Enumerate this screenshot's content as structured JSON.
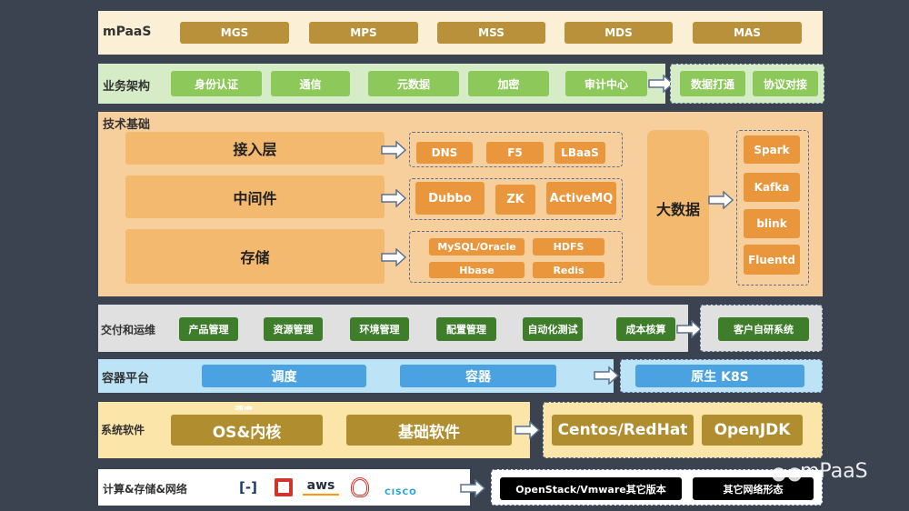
{
  "mpaas": {
    "label": "mPaaS",
    "items": [
      "MGS",
      "MPS",
      "MSS",
      "MDS",
      "MAS"
    ],
    "bg": "#fbefd5",
    "item_color": "#b8913a"
  },
  "business": {
    "label": "业务架构",
    "items": [
      "身份认证",
      "通信",
      "元数据",
      "加密",
      "审计中心"
    ],
    "ext": [
      "数据打通",
      "协议对接"
    ],
    "bg": "#d6ecc6",
    "item_color": "#8dc95a"
  },
  "tech": {
    "label": "技术基础",
    "access": {
      "label": "接入层",
      "items": [
        "DNS",
        "F5",
        "LBaaS"
      ]
    },
    "middleware": {
      "label": "中间件",
      "items": [
        "Dubbo",
        "ZK",
        "ActiveMQ"
      ]
    },
    "storage": {
      "label": "存储",
      "items": [
        "MySQL/Oracle",
        "HDFS",
        "Hbase",
        "Redis"
      ]
    },
    "bigdata": {
      "label": "大数据",
      "items": [
        "Spark",
        "Kafka",
        "blink",
        "Fluentd"
      ]
    },
    "bg": "#f7cf9c",
    "item_color": "#e9963c"
  },
  "delivery": {
    "label": "交付和运维",
    "items": [
      "产品管理",
      "资源管理",
      "环境管理",
      "配置管理",
      "自动化测试",
      "成本核算"
    ],
    "ext": [
      "客户自研系统"
    ],
    "bg": "#e0e0e0",
    "item_color": "#3e7d2a"
  },
  "container": {
    "label": "容器平台",
    "items": [
      "调度",
      "容器"
    ],
    "ext": [
      "原生 K8S"
    ],
    "bg": "#bde3f7",
    "item_color": "#4aa3e0"
  },
  "system": {
    "label": "系统软件",
    "items": [
      "OS&内核",
      "基础软件"
    ],
    "ext": [
      "Centos/RedHat",
      "OpenJDK"
    ],
    "overlay": "调度",
    "bg": "#fbe5a8",
    "item_color": "#b08d2e"
  },
  "infra": {
    "label": "计算&存储&网络",
    "logos": [
      "aliyun-logo",
      "huawei-logo",
      "aws",
      "ucloud-logo",
      "cisco"
    ],
    "ext": [
      "OpenStack/Vmware其它版本",
      "其它网络形态"
    ]
  },
  "watermark": {
    "text": "mPaaS",
    "icon": "wechat-icon"
  }
}
